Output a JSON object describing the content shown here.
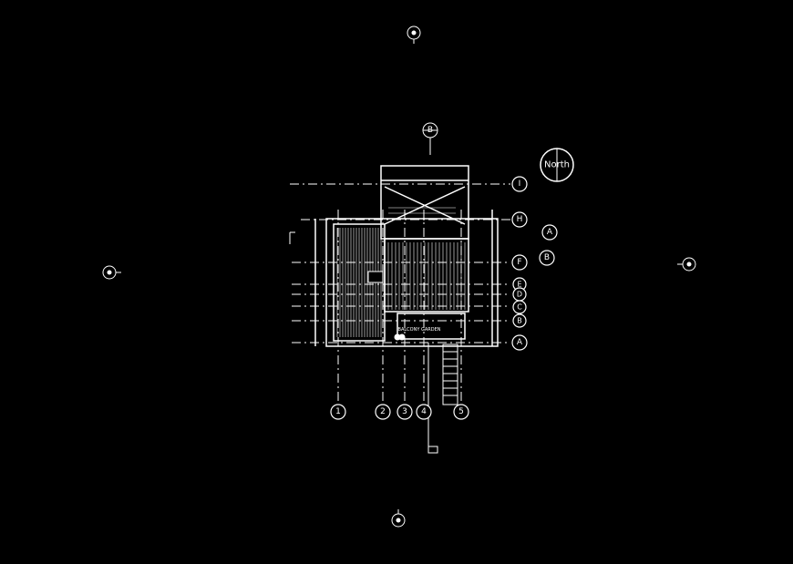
{
  "drawing": {
    "background_color": "#000000",
    "line_color": "#ffffff",
    "north_label": "North",
    "room_label": "BALCONY GARDEN",
    "grid_rows": [
      "I",
      "H",
      "F",
      "E",
      "D",
      "C",
      "B",
      "A"
    ],
    "grid_cols": [
      "1",
      "2",
      "3",
      "4",
      "5"
    ],
    "side_bubbles": [
      "A",
      "B"
    ],
    "top_section_mark": "B"
  }
}
